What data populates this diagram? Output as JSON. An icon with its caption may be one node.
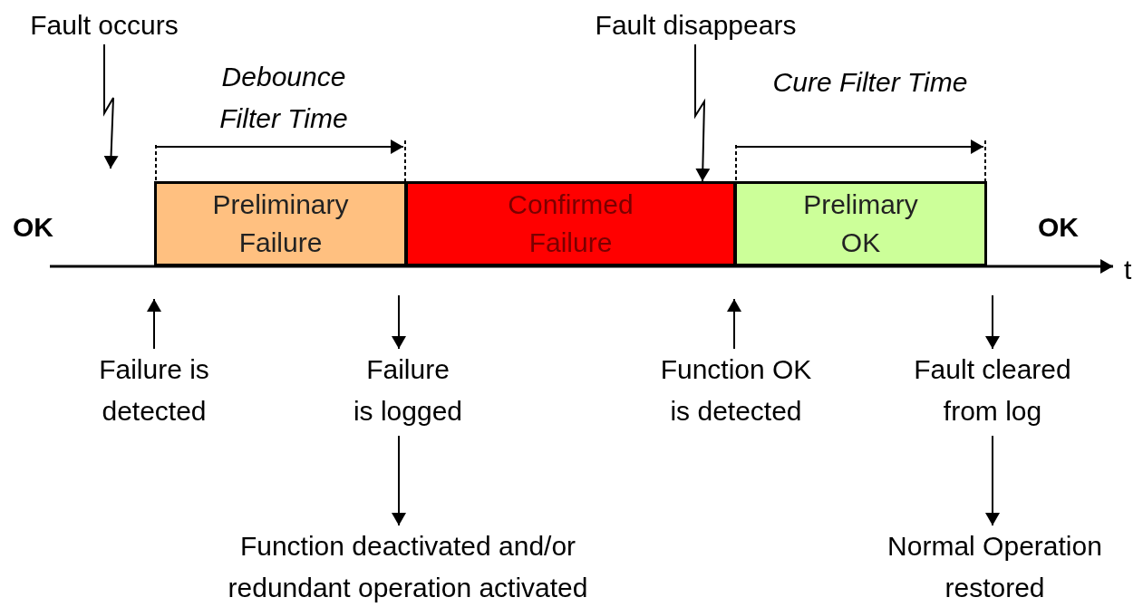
{
  "diagram": {
    "nodes": [
      {
        "text": [
          "Fault occurs"
        ]
      },
      {
        "text": [
          "Fault disappears"
        ]
      },
      {
        "text": [
          "Preliminary Failure"
        ]
      },
      {
        "text": [
          "Confirmed Failure"
        ]
      },
      {
        "text": [
          "Prelimary OK"
        ]
      },
      {
        "text": [
          "Failure is detected"
        ]
      },
      {
        "text": [
          "Failure is logged"
        ]
      },
      {
        "text": [
          "Function OK is detected"
        ]
      },
      {
        "text": [
          "Fault cleared from log"
        ]
      },
      {
        "text": [
          "Function deactivated and/or redundant operation activated"
        ]
      },
      {
        "text": [
          "Normal Operation restored"
        ]
      }
    ],
    "edges": [
      {
        "from": 0,
        "to": null,
        "arrow": "to"
      },
      {
        "from": 1,
        "to": 3,
        "arrow": "to"
      },
      {
        "from": 5,
        "to": null,
        "arrow": "to"
      },
      {
        "from": null,
        "to": 6,
        "arrow": "to"
      },
      {
        "from": 7,
        "to": null,
        "arrow": "to"
      },
      {
        "from": null,
        "to": 8,
        "arrow": "to"
      },
      {
        "from": 6,
        "to": 9,
        "arrow": "to"
      },
      {
        "from": 8,
        "to": 10,
        "arrow": "to"
      }
    ],
    "labels": [
      "Debounce Filter Time",
      "Cure Filter Time",
      "OK",
      "OK",
      "t"
    ]
  }
}
